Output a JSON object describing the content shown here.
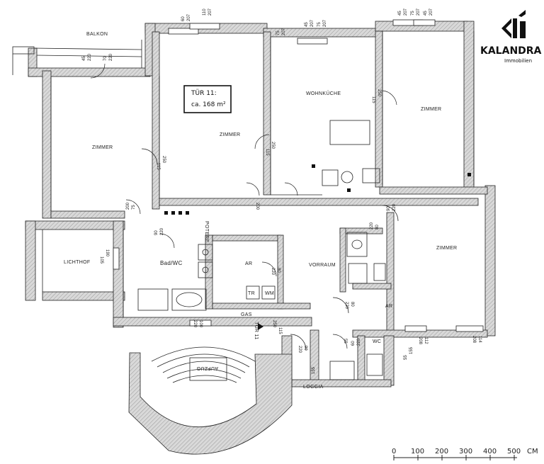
{
  "logo": {
    "name": "KALANDRA",
    "subtitle": "Immobilien"
  },
  "unit_label": {
    "line1": "TÜR 11:",
    "line2": "ca. 168 m²"
  },
  "rooms": {
    "balkon": "BALKON",
    "zimmer_left": "ZIMMER",
    "zimmer_mid": "ZIMMER",
    "wohnkueche": "WOHNKÜCHE",
    "zimmer_top_right": "ZIMMER",
    "zimmer_right": "ZIMMER",
    "lichthof": "LICHTHOF",
    "bad_wc": "Bad/WC",
    "ar_1": "AR",
    "vorraum": "VORRAUM",
    "ar_2": "AR",
    "loggia": "LOGGIA",
    "aufzug": "AUFZUG",
    "wc": "WC",
    "tuer_11": "TÜR 11",
    "tr": "TR",
    "wm": "WM",
    "gas": "GAS",
    "potere": "POTERE"
  },
  "scale": {
    "ticks": [
      "0",
      "100",
      "200",
      "300",
      "400",
      "500"
    ],
    "unit": "CM"
  },
  "dimensions": {
    "d1": "60",
    "d2": "207",
    "d3": "110",
    "d4": "207",
    "d5": "45",
    "d6": "207",
    "d7": "75",
    "d8": "207",
    "d9": "45",
    "d10": "207",
    "d11": "75",
    "d12": "207",
    "d13": "45",
    "d14": "207",
    "d15": "75",
    "d16": "207",
    "d17": "45",
    "d18": "220",
    "d19": "70",
    "d20": "220",
    "d21": "250",
    "d22": "115",
    "d23": "250",
    "d24": "115",
    "d25": "250",
    "d26": "115",
    "d27": "90",
    "d28": "220",
    "d29": "80",
    "d30": "220",
    "d31": "90",
    "d32": "220",
    "d33": "220",
    "d34": "80",
    "d35": "80",
    "d36": "220",
    "d37": "100",
    "d38": "220",
    "d39": "115",
    "d40": "250",
    "d41": "90",
    "d42": "220",
    "d43": "190",
    "d44": "105",
    "d45": "112",
    "d46": "208",
    "d47": "114",
    "d48": "208",
    "d49": "155",
    "d50": "55",
    "d51": "75",
    "d52": "200",
    "d53": "60",
    "d54": "220",
    "d55": "55",
    "d56": "155",
    "d57": "200"
  }
}
